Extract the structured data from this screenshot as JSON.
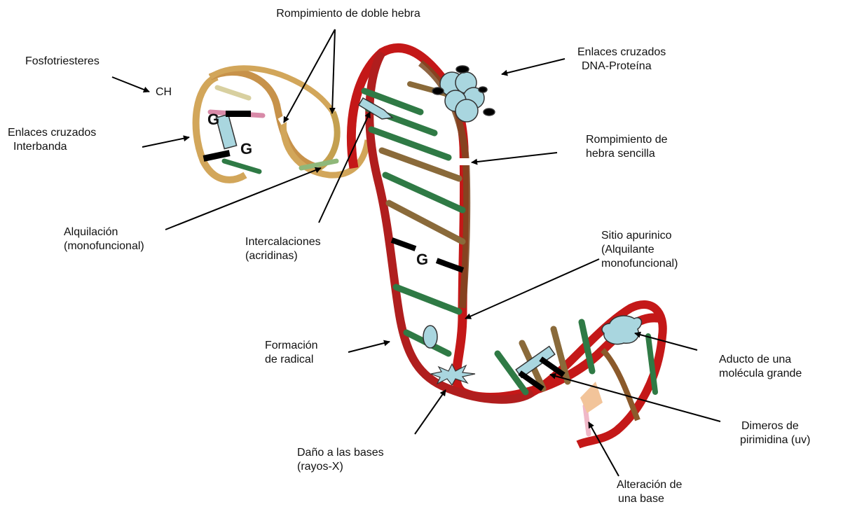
{
  "colors": {
    "strand_red": "#c41818",
    "strand_brown": "#8b5a2b",
    "strand_gold": "#d2a65a",
    "base_green": "#2f7a45",
    "base_brown": "#8a6a3a",
    "lesion_fill": "#a9d6df",
    "label_text": "#111111"
  },
  "labels": {
    "double_strand_break": "Rompimiento de doble hebra",
    "phosphotriesters": "Fosfotriesteres",
    "ch": "CH",
    "interstrand_1": "Enlaces cruzados",
    "interstrand_2": "Interbanda",
    "dna_protein_1": "Enlaces cruzados",
    "dna_protein_2": "DNA-Proteína",
    "single_strand_1": "Rompimiento de",
    "single_strand_2": "hebra sencilla",
    "alkylation_1": "Alquilación",
    "alkylation_2": "(monofuncional)",
    "intercalation_1": "Intercalaciones",
    "intercalation_2": "(acridinas)",
    "apurinic_1": "Sitio apurinico",
    "apurinic_2": "(Alquilante",
    "apurinic_3": "monofuncional)",
    "radical_1": "Formación",
    "radical_2": "de radical",
    "adduct_1": "Aducto de una",
    "adduct_2": "molécula grande",
    "base_damage_1": "Daño a las bases",
    "base_damage_2": "(rayos-X)",
    "dimers_1": "Dimeros de",
    "dimers_2": "pirimidina (uv)",
    "base_alteration_1": "Alteración de",
    "base_alteration_2": "una base",
    "g_left_1": "G",
    "g_left_2": "G",
    "g_mid": "G"
  },
  "icons": [
    "arrow-icon",
    "protein-cluster-icon",
    "starburst-icon",
    "ellipse-icon",
    "adduct-blob-icon"
  ]
}
